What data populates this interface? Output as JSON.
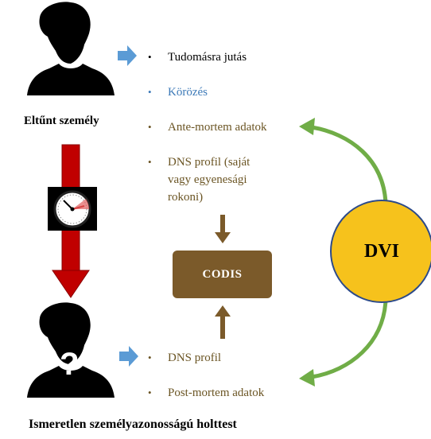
{
  "person_top": {
    "caption": "Eltűnt személy"
  },
  "person_bottom": {
    "caption": "Ismeretlen személyazonosságú  holttest",
    "mark": "?"
  },
  "bullets_top": [
    {
      "text": "Tudomásra jutás",
      "color": "#000000",
      "dot_color": "#000000"
    },
    {
      "text": "Körözés",
      "color": "#3d7ab8",
      "dot_color": "#3d7ab8"
    },
    {
      "text": "Ante-mortem  adatok",
      "color": "#6b5524",
      "dot_color": "#6b5524"
    },
    {
      "text": "DNS profil (saját",
      "color": "#6b5524",
      "dot_color": "#6b5524"
    },
    {
      "text": "vagy  egyenesági",
      "color": "#6b5524",
      "dot_color": ""
    },
    {
      "text": "rokoni)",
      "color": "#6b5524",
      "dot_color": ""
    }
  ],
  "bullets_bottom": [
    {
      "text": "DNS profil",
      "color": "#6b5524",
      "dot_color": "#6b5524"
    },
    {
      "text": "Post-mortem adatok",
      "color": "#6b5524",
      "dot_color": "#6b5524"
    }
  ],
  "bullet_glyph": "•",
  "codis": {
    "label": "CODIS"
  },
  "dvi": {
    "label": "DVI"
  },
  "colors": {
    "silhouette": "#000000",
    "blue_arrow": "#5b9bd5",
    "red_arrow": "#c00000",
    "brown": "#7b5a2a",
    "green_arrow": "#70ad47",
    "dvi_fill": "#f6c21c",
    "dvi_border": "#2c4a8a"
  }
}
